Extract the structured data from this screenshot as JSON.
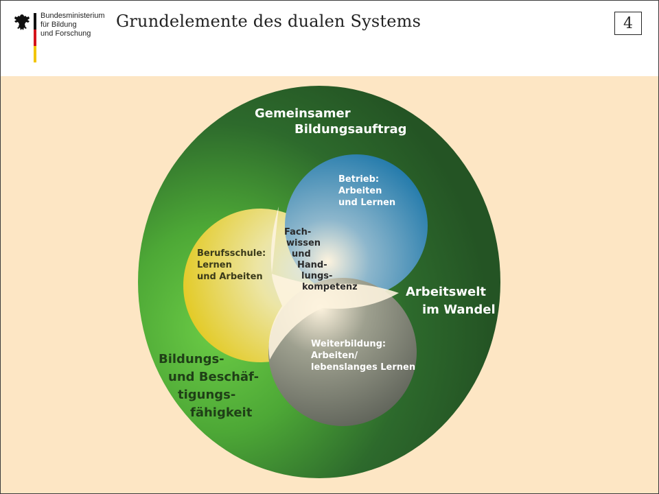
{
  "header": {
    "ministry_lines": [
      "Bundesministerium",
      "für Bildung",
      "und Forschung"
    ],
    "title": "Grundelemente des dualen Systems",
    "page_number": "4"
  },
  "diagram": {
    "outer_top_label": [
      "Gemeinsamer",
      "Bildungsauftrag"
    ],
    "outer_right_label": [
      "Arbeitswelt",
      "im Wandel"
    ],
    "outer_left_label": [
      "Bildungs-",
      "und Beschäf-",
      "tigungs-",
      "fähigkeit"
    ],
    "circle_betrieb": [
      "Betrieb:",
      "Arbeiten",
      "und Lernen"
    ],
    "circle_berufsschule": [
      "Berufsschule:",
      "Lernen",
      "und Arbeiten"
    ],
    "circle_weiterbildung": [
      "Weiterbildung:",
      "Arbeiten/",
      "lebenslanges Lernen"
    ],
    "center_label": [
      "Fach-",
      "wissen",
      "und",
      "Hand-",
      "lungs-",
      "kompetenz"
    ]
  },
  "colors": {
    "panel_background": "#fde6c4",
    "outer_circle_dark": "#2b5e2b",
    "outer_circle_light": "#5cbf3a",
    "betrieb_blue": "#1f78aa",
    "berufsschule_yellow": "#e2c81a",
    "weiterbildung_gray": "#5e6258",
    "center_cream": "#fdf3de"
  }
}
